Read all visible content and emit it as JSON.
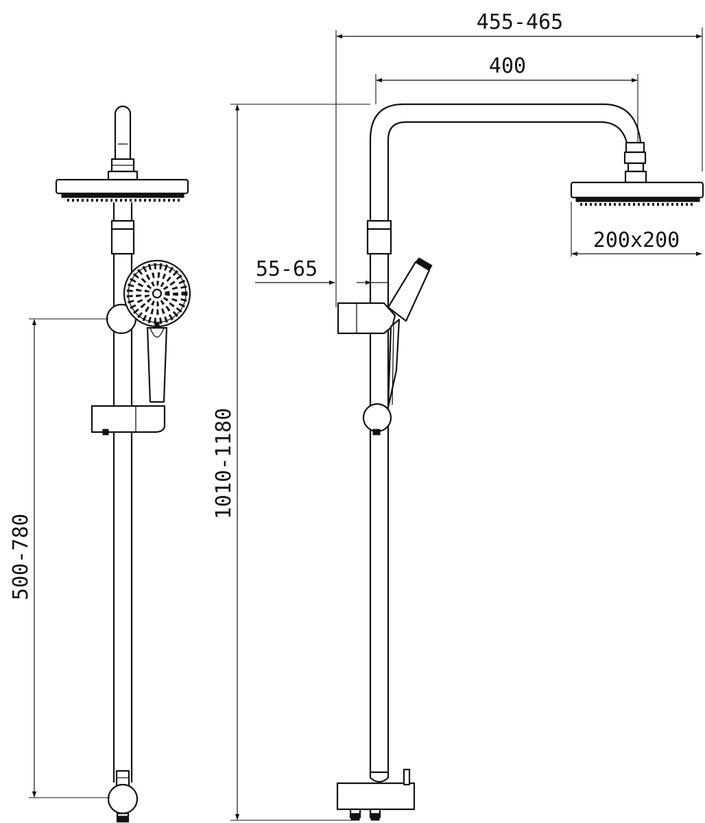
{
  "dimensions": {
    "overall_width": "455-465",
    "arm_length": "400",
    "head_size": "200x200",
    "wall_offset": "55-65",
    "total_height": "1010-1180",
    "slide_range": "500-780"
  },
  "colors": {
    "line": "#111111",
    "background": "#ffffff"
  }
}
